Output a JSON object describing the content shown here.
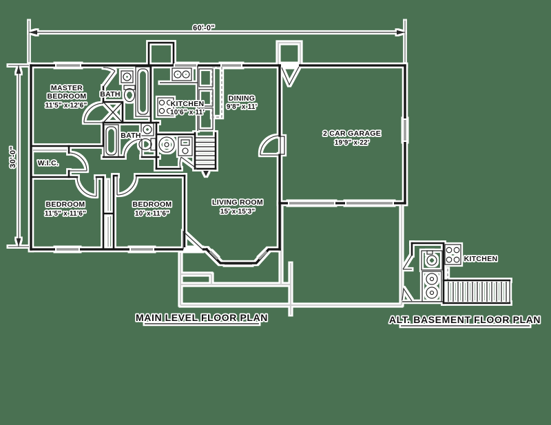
{
  "colors": {
    "background": "#4a7152",
    "wall_ink": "#141414",
    "halo": "#ffffff",
    "window_gray": "#9a9a9a",
    "hardscape_gray": "#cfcfcf"
  },
  "dimensions": {
    "overall_width": "60'-0\"",
    "overall_depth": "30'-0\""
  },
  "rooms": {
    "master_bedroom": {
      "line1": "MASTER",
      "line2": "BEDROOM",
      "dims": "11'5\" x 12'6\""
    },
    "bath_top": {
      "name": "BATH"
    },
    "bath_mid": {
      "name": "BATH"
    },
    "kitchen": {
      "name": "KITCHEN",
      "dims": "10'6\" x 11'"
    },
    "dining": {
      "name": "DINING",
      "dims": "9'8\" x 11'"
    },
    "wic": {
      "name": "W.I.C."
    },
    "bedroom_left": {
      "name": "BEDROOM",
      "dims": "11'5\" x 11'6\""
    },
    "bedroom_mid": {
      "name": "BEDROOM",
      "dims": "10' x 11'6\""
    },
    "living_room": {
      "name": "LIVING ROOM",
      "dims": "15' x 15'3\""
    },
    "garage": {
      "name": "2 CAR GARAGE",
      "dims": "19'9\" x 22'"
    },
    "basement_kitchen": {
      "name": "KITCHEN"
    }
  },
  "titles": {
    "main_plan": "MAIN LEVEL FLOOR PLAN",
    "basement_plan": "ALT. BASEMENT FLOOR PLAN"
  }
}
